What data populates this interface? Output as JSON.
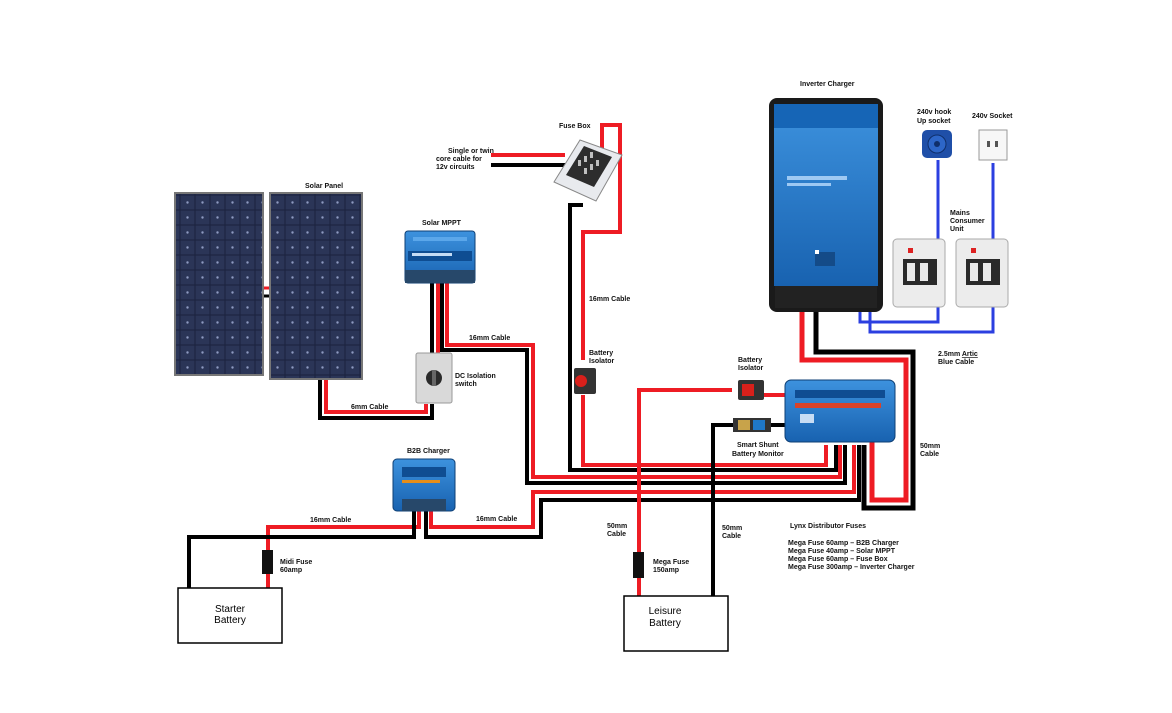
{
  "labels": {
    "inverter_charger": "Inverter Charger",
    "hookup_socket_1": "240v hook",
    "hookup_socket_2": "Up socket",
    "socket_240v": "240v Socket",
    "fuse_box": "Fuse Box",
    "twin_core_1": "Single or twin",
    "twin_core_2": "core cable for",
    "twin_core_3": "12v circuits",
    "solar_panel": "Solar Panel",
    "solar_mppt": "Solar MPPT",
    "mains_consumer_1": "Mains",
    "mains_consumer_2": "Consumer",
    "mains_consumer_3": "Unit",
    "cable_16mm_fusebox": "16mm Cable",
    "cable_16mm_mppt": "16mm Cable",
    "battery_isolator_1_a": "Battery",
    "battery_isolator_1_b": "Isolator",
    "battery_isolator_2_a": "Battery",
    "battery_isolator_2_b": "Isolator",
    "arctic_blue_1_pre": "2.5mm ",
    "arctic_blue_1_u": "Artic",
    "arctic_blue_2": "Blue Cable",
    "dc_isolation_1": "DC Isolation",
    "dc_isolation_2": "switch",
    "cable_6mm": "6mm Cable",
    "b2b_charger": "B2B Charger",
    "smart_shunt_1": "Smart Shunt",
    "smart_shunt_2": "Battery Monitor",
    "cable_50mm_right_1": "50mm",
    "cable_50mm_right_2": "Cable",
    "cable_16mm_b2b_left": "16mm Cable",
    "cable_16mm_b2b_right": "16mm Cable",
    "cable_50mm_a_1": "50mm",
    "cable_50mm_a_2": "Cable",
    "cable_50mm_b_1": "50mm",
    "cable_50mm_b_2": "Cable",
    "lynx_title": "Lynx Distributor Fuses",
    "lynx_1": "Mega Fuse  60amp – B2B Charger",
    "lynx_2": "Mega Fuse  40amp – Solar MPPT",
    "lynx_3": "Mega Fuse  60amp – Fuse Box",
    "lynx_4": "Mega Fuse 300amp – Inverter Charger",
    "midi_fuse_1": "Midi Fuse",
    "midi_fuse_2": "60amp",
    "mega_fuse_1": "Mega Fuse",
    "mega_fuse_2": "150amp",
    "starter_battery_1": "Starter",
    "starter_battery_2": "Battery",
    "leisure_battery_1": "Leisure",
    "leisure_battery_2": "Battery"
  },
  "colors": {
    "positive_cable": "#ee1c24",
    "negative_cable": "#000000",
    "ac_cable": "#2b3fe0",
    "victron_blue": "#1f78c8"
  }
}
